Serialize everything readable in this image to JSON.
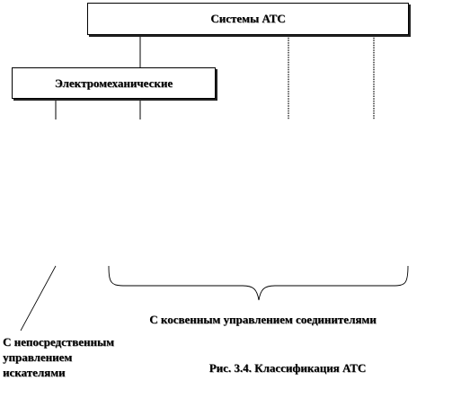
{
  "diagram": {
    "root": "Системы АТС",
    "electromechanical": "Электромеханические",
    "indirect_control": "С косвенным управлением соединителями",
    "direct_control": {
      "line1": "С непосредственным",
      "line2": "управлением",
      "line3": "искателями"
    },
    "caption": "Рис. 3.4. Классификация АТС"
  }
}
